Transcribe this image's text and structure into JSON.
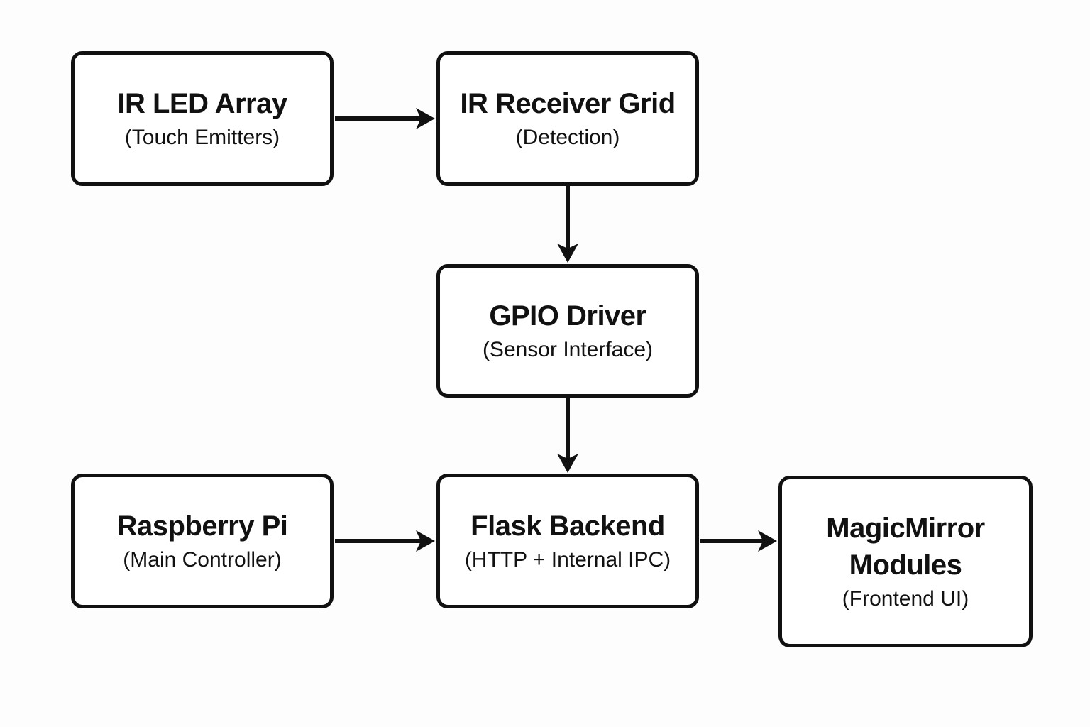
{
  "diagram": {
    "type": "flowchart",
    "colors": {
      "background": "#fdfdfd",
      "box_fill": "#ffffff",
      "stroke": "#111111",
      "text": "#111111"
    },
    "nodes": [
      {
        "id": "ir-led-array",
        "title": "IR LED Array",
        "subtitle": "(Touch Emitters)"
      },
      {
        "id": "ir-receiver-grid",
        "title": "IR Receiver Grid",
        "subtitle": "(Detection)"
      },
      {
        "id": "gpio-driver",
        "title": "GPIO Driver",
        "subtitle": "(Sensor Interface)"
      },
      {
        "id": "raspberry-pi",
        "title": "Raspberry Pi",
        "subtitle": "(Main Controller)"
      },
      {
        "id": "flask-backend",
        "title": "Flask Backend",
        "subtitle": "(HTTP + Internal IPC)"
      },
      {
        "id": "magicmirror-modules",
        "title": "MagicMirror Modules",
        "subtitle": "(Frontend UI)"
      }
    ],
    "edges": [
      {
        "from": "ir-led-array",
        "to": "ir-receiver-grid",
        "direction": "right"
      },
      {
        "from": "ir-receiver-grid",
        "to": "gpio-driver",
        "direction": "down"
      },
      {
        "from": "gpio-driver",
        "to": "flask-backend",
        "direction": "down"
      },
      {
        "from": "raspberry-pi",
        "to": "flask-backend",
        "direction": "right"
      },
      {
        "from": "flask-backend",
        "to": "magicmirror-modules",
        "direction": "right"
      }
    ]
  }
}
